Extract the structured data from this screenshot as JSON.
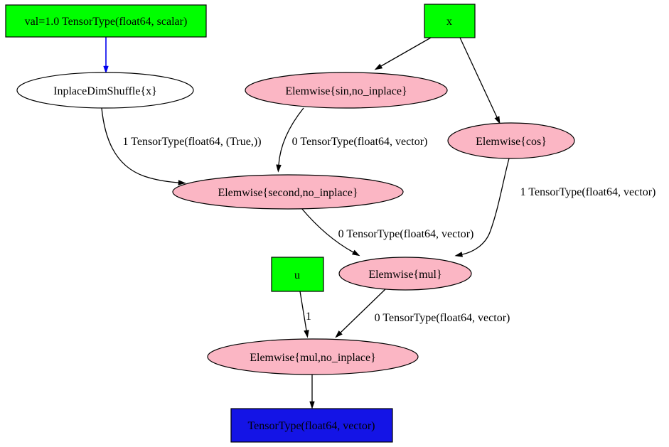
{
  "graph": {
    "background": "#ffffff",
    "colors": {
      "input_fill": "#00ff00",
      "op_fill": "#fbb6c4",
      "dimshuffle_fill": "#ffffff",
      "output_fill": "#1414e6",
      "edge": "#000000",
      "input_edge": "#0000ee"
    },
    "nodes": {
      "val_const": "val=1.0 TensorType(float64, scalar)",
      "x_input": "x",
      "inplace_dimshuffle": "InplaceDimShuffle{x}",
      "elemwise_sin": "Elemwise{sin,no_inplace}",
      "elemwise_cos": "Elemwise{cos}",
      "elemwise_second": "Elemwise{second,no_inplace}",
      "u_input": "u",
      "elemwise_mul": "Elemwise{mul}",
      "elemwise_mul_no_inplace": "Elemwise{mul,no_inplace}",
      "output_tensor": "TensorType(float64, vector)"
    },
    "edge_labels": {
      "dimshuffle_to_second": "1 TensorType(float64, (True,))",
      "sin_to_second": "0 TensorType(float64, vector)",
      "cos_to_mul": "1 TensorType(float64, vector)",
      "second_to_mul": "0 TensorType(float64, vector)",
      "u_to_mul_no_inplace": "1",
      "mul_to_mul_no_inplace": "0 TensorType(float64, vector)"
    }
  }
}
